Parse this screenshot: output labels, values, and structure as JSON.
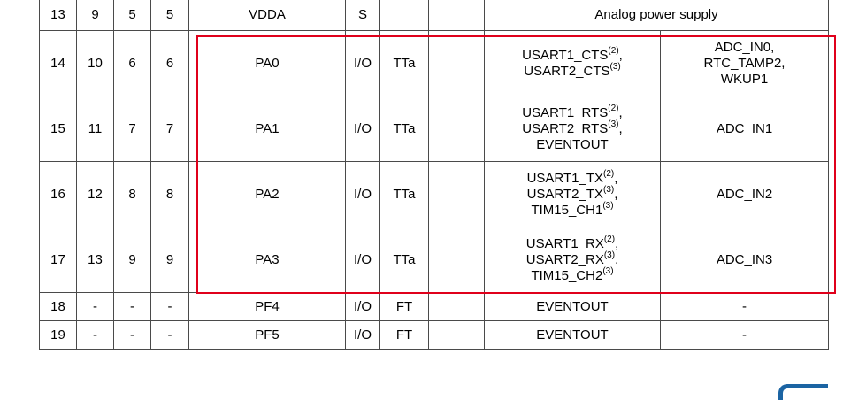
{
  "rows": [
    {
      "c1": "13",
      "c2": "9",
      "c3": "5",
      "c4": "5",
      "name": "VDDA",
      "type": "S",
      "io": "",
      "note": "",
      "merged": "Analog power supply"
    },
    {
      "c1": "14",
      "c2": "10",
      "c3": "6",
      "c4": "6",
      "name": "PA0",
      "type": "I/O",
      "io": "TTa",
      "note": "",
      "alt": [
        {
          "t": "USART1_CTS",
          "s": "(2)",
          "e": ","
        },
        {
          "t": "USART2_CTS",
          "s": "(3)",
          "e": ""
        }
      ],
      "add": [
        "ADC_IN0,",
        "RTC_TAMP2,",
        "WKUP1"
      ]
    },
    {
      "c1": "15",
      "c2": "11",
      "c3": "7",
      "c4": "7",
      "name": "PA1",
      "type": "I/O",
      "io": "TTa",
      "note": "",
      "alt": [
        {
          "t": "USART1_RTS",
          "s": "(2)",
          "e": ","
        },
        {
          "t": "USART2_RTS",
          "s": "(3)",
          "e": ","
        },
        {
          "t": "EVENTOUT",
          "s": "",
          "e": ""
        }
      ],
      "add": [
        "ADC_IN1"
      ]
    },
    {
      "c1": "16",
      "c2": "12",
      "c3": "8",
      "c4": "8",
      "name": "PA2",
      "type": "I/O",
      "io": "TTa",
      "note": "",
      "alt": [
        {
          "t": "USART1_TX",
          "s": "(2)",
          "e": ","
        },
        {
          "t": "USART2_TX",
          "s": "(3)",
          "e": ","
        },
        {
          "t": "TIM15_CH1",
          "s": "(3)",
          "e": ""
        }
      ],
      "add": [
        "ADC_IN2"
      ]
    },
    {
      "c1": "17",
      "c2": "13",
      "c3": "9",
      "c4": "9",
      "name": "PA3",
      "type": "I/O",
      "io": "TTa",
      "note": "",
      "alt": [
        {
          "t": "USART1_RX",
          "s": "(2)",
          "e": ","
        },
        {
          "t": "USART2_RX",
          "s": "(3)",
          "e": ","
        },
        {
          "t": "TIM15_CH2",
          "s": "(3)",
          "e": ""
        }
      ],
      "add": [
        "ADC_IN3"
      ]
    },
    {
      "c1": "18",
      "c2": "-",
      "c3": "-",
      "c4": "-",
      "name": "PF4",
      "type": "I/O",
      "io": "FT",
      "note": "",
      "alt": [
        {
          "t": "EVENTOUT",
          "s": "",
          "e": ""
        }
      ],
      "add": [
        "-"
      ]
    },
    {
      "c1": "19",
      "c2": "-",
      "c3": "-",
      "c4": "-",
      "name": "PF5",
      "type": "I/O",
      "io": "FT",
      "note": "",
      "alt": [
        {
          "t": "EVENTOUT",
          "s": "",
          "e": ""
        }
      ],
      "add": [
        "-"
      ]
    }
  ],
  "colors": {
    "highlight": "#e0001b",
    "border": "#4a4a4a",
    "logo": "#1b64a3"
  },
  "icons": {
    "logo": "st-logo-icon"
  }
}
